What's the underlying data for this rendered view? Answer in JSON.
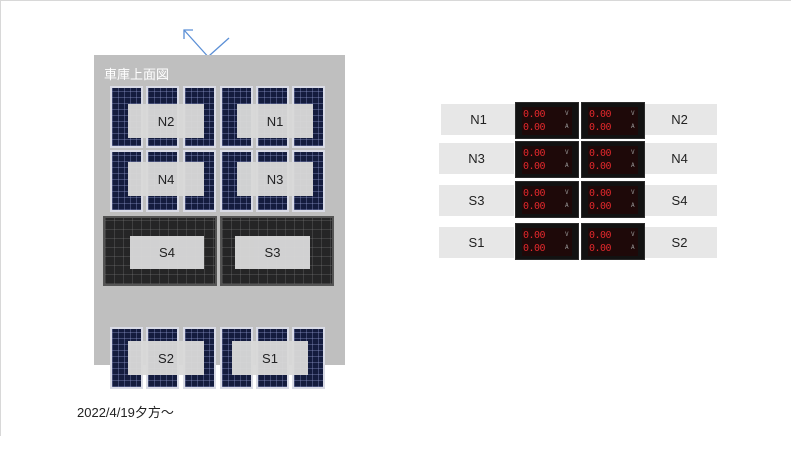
{
  "diagram": {
    "roof_title": "車庫上面図",
    "date_note": "2022/4/19夕方～",
    "panel_groups": [
      {
        "id": "N2"
      },
      {
        "id": "N1"
      },
      {
        "id": "N4"
      },
      {
        "id": "N3"
      },
      {
        "id": "S4"
      },
      {
        "id": "S3"
      },
      {
        "id": "S2"
      },
      {
        "id": "S1"
      }
    ],
    "meter_table": [
      {
        "left": "N1",
        "right": "N2"
      },
      {
        "left": "N3",
        "right": "N4"
      },
      {
        "left": "S3",
        "right": "S4"
      },
      {
        "left": "S1",
        "right": "S2"
      }
    ],
    "meter_reading": {
      "voltage": "0.00",
      "current": "0.00",
      "voltage_unit": "V",
      "current_unit": "A"
    }
  }
}
